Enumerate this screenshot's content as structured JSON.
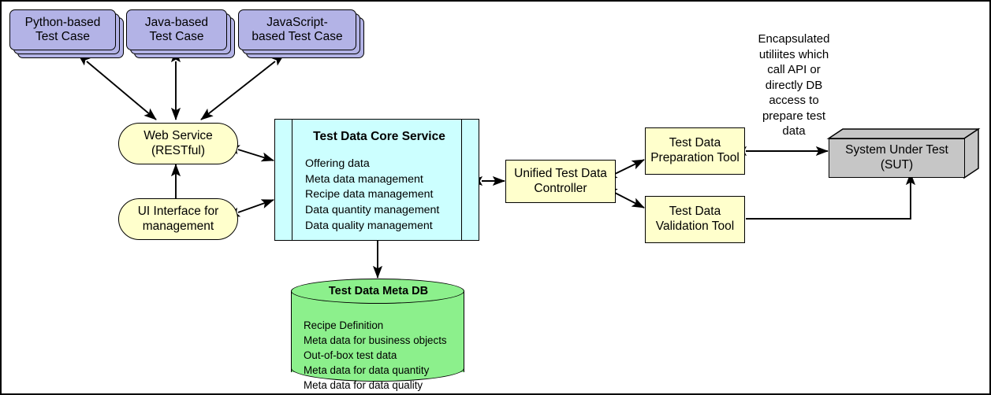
{
  "diagram": {
    "title": "Test Data Management Architecture",
    "colors": {
      "testcase_fill": "#b3b3e6",
      "service_fill": "#ffffcc",
      "component_fill": "#ccffff",
      "database_fill": "#8cf08c",
      "sut_fill": "#c6c6c6",
      "stroke": "#000000",
      "background": "#ffffff"
    },
    "test_cases": [
      {
        "id": "python-test-case",
        "line1": "Python-based",
        "line2": "Test Case"
      },
      {
        "id": "java-test-case",
        "line1": "Java-based",
        "line2": "Test Case"
      },
      {
        "id": "javascript-test-case",
        "line1": "JavaScript-",
        "line2": "based Test Case"
      }
    ],
    "interfaces": [
      {
        "id": "web-service",
        "line1": "Web Service",
        "line2": "(RESTful)"
      },
      {
        "id": "ui-interface",
        "line1": "UI Interface for",
        "line2": "management"
      }
    ],
    "core_service": {
      "id": "test-data-core-service",
      "title": "Test Data Core Service",
      "items": [
        "Offering data",
        "Meta data management",
        "Recipe data management",
        "Data quantity management",
        "Data quality management"
      ]
    },
    "controller": {
      "id": "unified-test-data-controller",
      "line1": "Unified Test Data",
      "line2": "Controller"
    },
    "tools": [
      {
        "id": "test-data-preparation-tool",
        "line1": "Test Data",
        "line2": "Preparation Tool"
      },
      {
        "id": "test-data-validation-tool",
        "line1": "Test Data",
        "line2": "Validation Tool"
      }
    ],
    "database": {
      "id": "test-data-meta-db",
      "title": "Test Data Meta DB",
      "items": [
        "Recipe Definition",
        "Meta data for business objects",
        "Out-of-box test data",
        "Meta data for data quantity",
        "Meta data for data quality"
      ]
    },
    "sut": {
      "id": "system-under-test",
      "line1": "System Under Test",
      "line2": "(SUT)"
    },
    "annotation": {
      "id": "encapsulated-utilities-note",
      "lines": [
        "Encapsulated",
        "utiliites which",
        "call API or",
        "directly DB",
        "access to",
        "prepare test",
        "data"
      ]
    }
  }
}
